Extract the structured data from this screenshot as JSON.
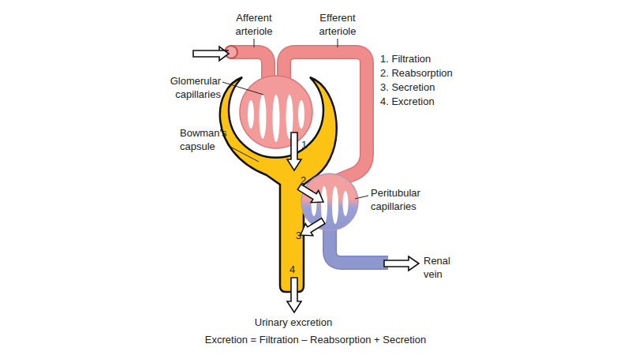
{
  "diagram": {
    "caption": "Excretion = Filtration – Reabsorption + Secretion",
    "labels": [
      "Afferent arteriole",
      "Efferent arteriole",
      "1. Filtration",
      "2. Reabsorption",
      "3. Secretion",
      "4. Excretion",
      "Glomerular capillaries",
      "Bowman's capsule",
      "Peritubular capillaries",
      "1",
      "2",
      "3",
      "4",
      "Renal vein",
      "Urinary excretion"
    ]
  }
}
